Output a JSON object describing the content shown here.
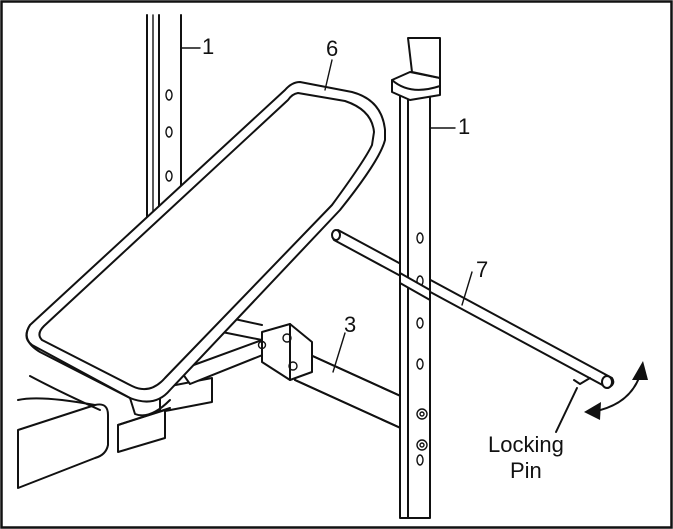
{
  "labels": {
    "upright_left": "1",
    "upright_right": "1",
    "backrest": "6",
    "crossbar": "3",
    "weight_rod": "7",
    "locking_pin_line1": "Locking",
    "locking_pin_line2": "Pin"
  },
  "colors": {
    "line": "#111111",
    "background": "#ffffff"
  }
}
